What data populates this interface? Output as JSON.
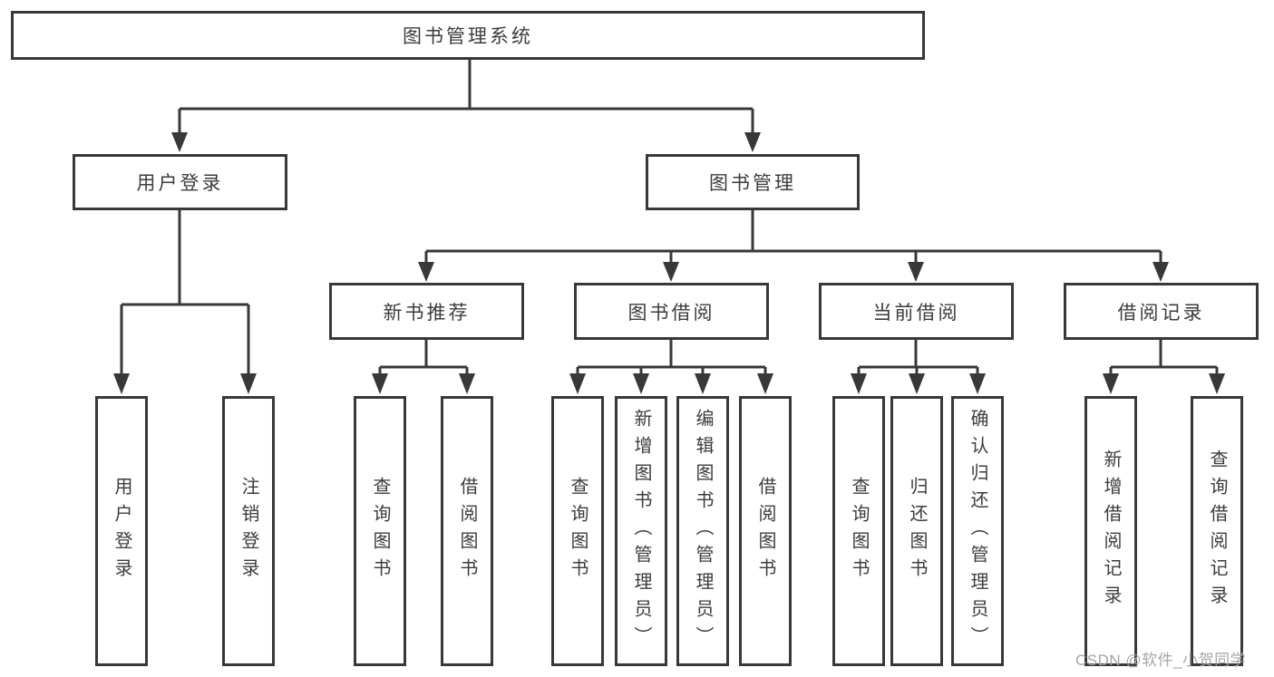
{
  "diagram": {
    "root": {
      "label": "图书管理系统"
    },
    "branches": [
      {
        "label": "用户登录",
        "children": [
          {
            "label": "用户登录"
          },
          {
            "label": "注销登录"
          }
        ]
      },
      {
        "label": "图书管理",
        "children": [
          {
            "label": "新书推荐",
            "children": [
              {
                "label": "查询图书"
              },
              {
                "label": "借阅图书"
              }
            ]
          },
          {
            "label": "图书借阅",
            "children": [
              {
                "label": "查询图书"
              },
              {
                "label": "新增图书（管理员）"
              },
              {
                "label": "编辑图书（管理员）"
              },
              {
                "label": "借阅图书"
              }
            ]
          },
          {
            "label": "当前借阅",
            "children": [
              {
                "label": "查询图书"
              },
              {
                "label": "归还图书"
              },
              {
                "label": "确认归还（管理员）"
              }
            ]
          },
          {
            "label": "借阅记录",
            "children": [
              {
                "label": "新增借阅记录"
              },
              {
                "label": "查询借阅记录"
              }
            ]
          }
        ]
      }
    ]
  },
  "watermark": {
    "text": "CSDN @软件_小贺同学"
  },
  "colors": {
    "line": "#383838",
    "box_border": "#383838",
    "text": "#3c3c3c",
    "watermark": "#a6a6a6",
    "background": "#ffffff"
  }
}
